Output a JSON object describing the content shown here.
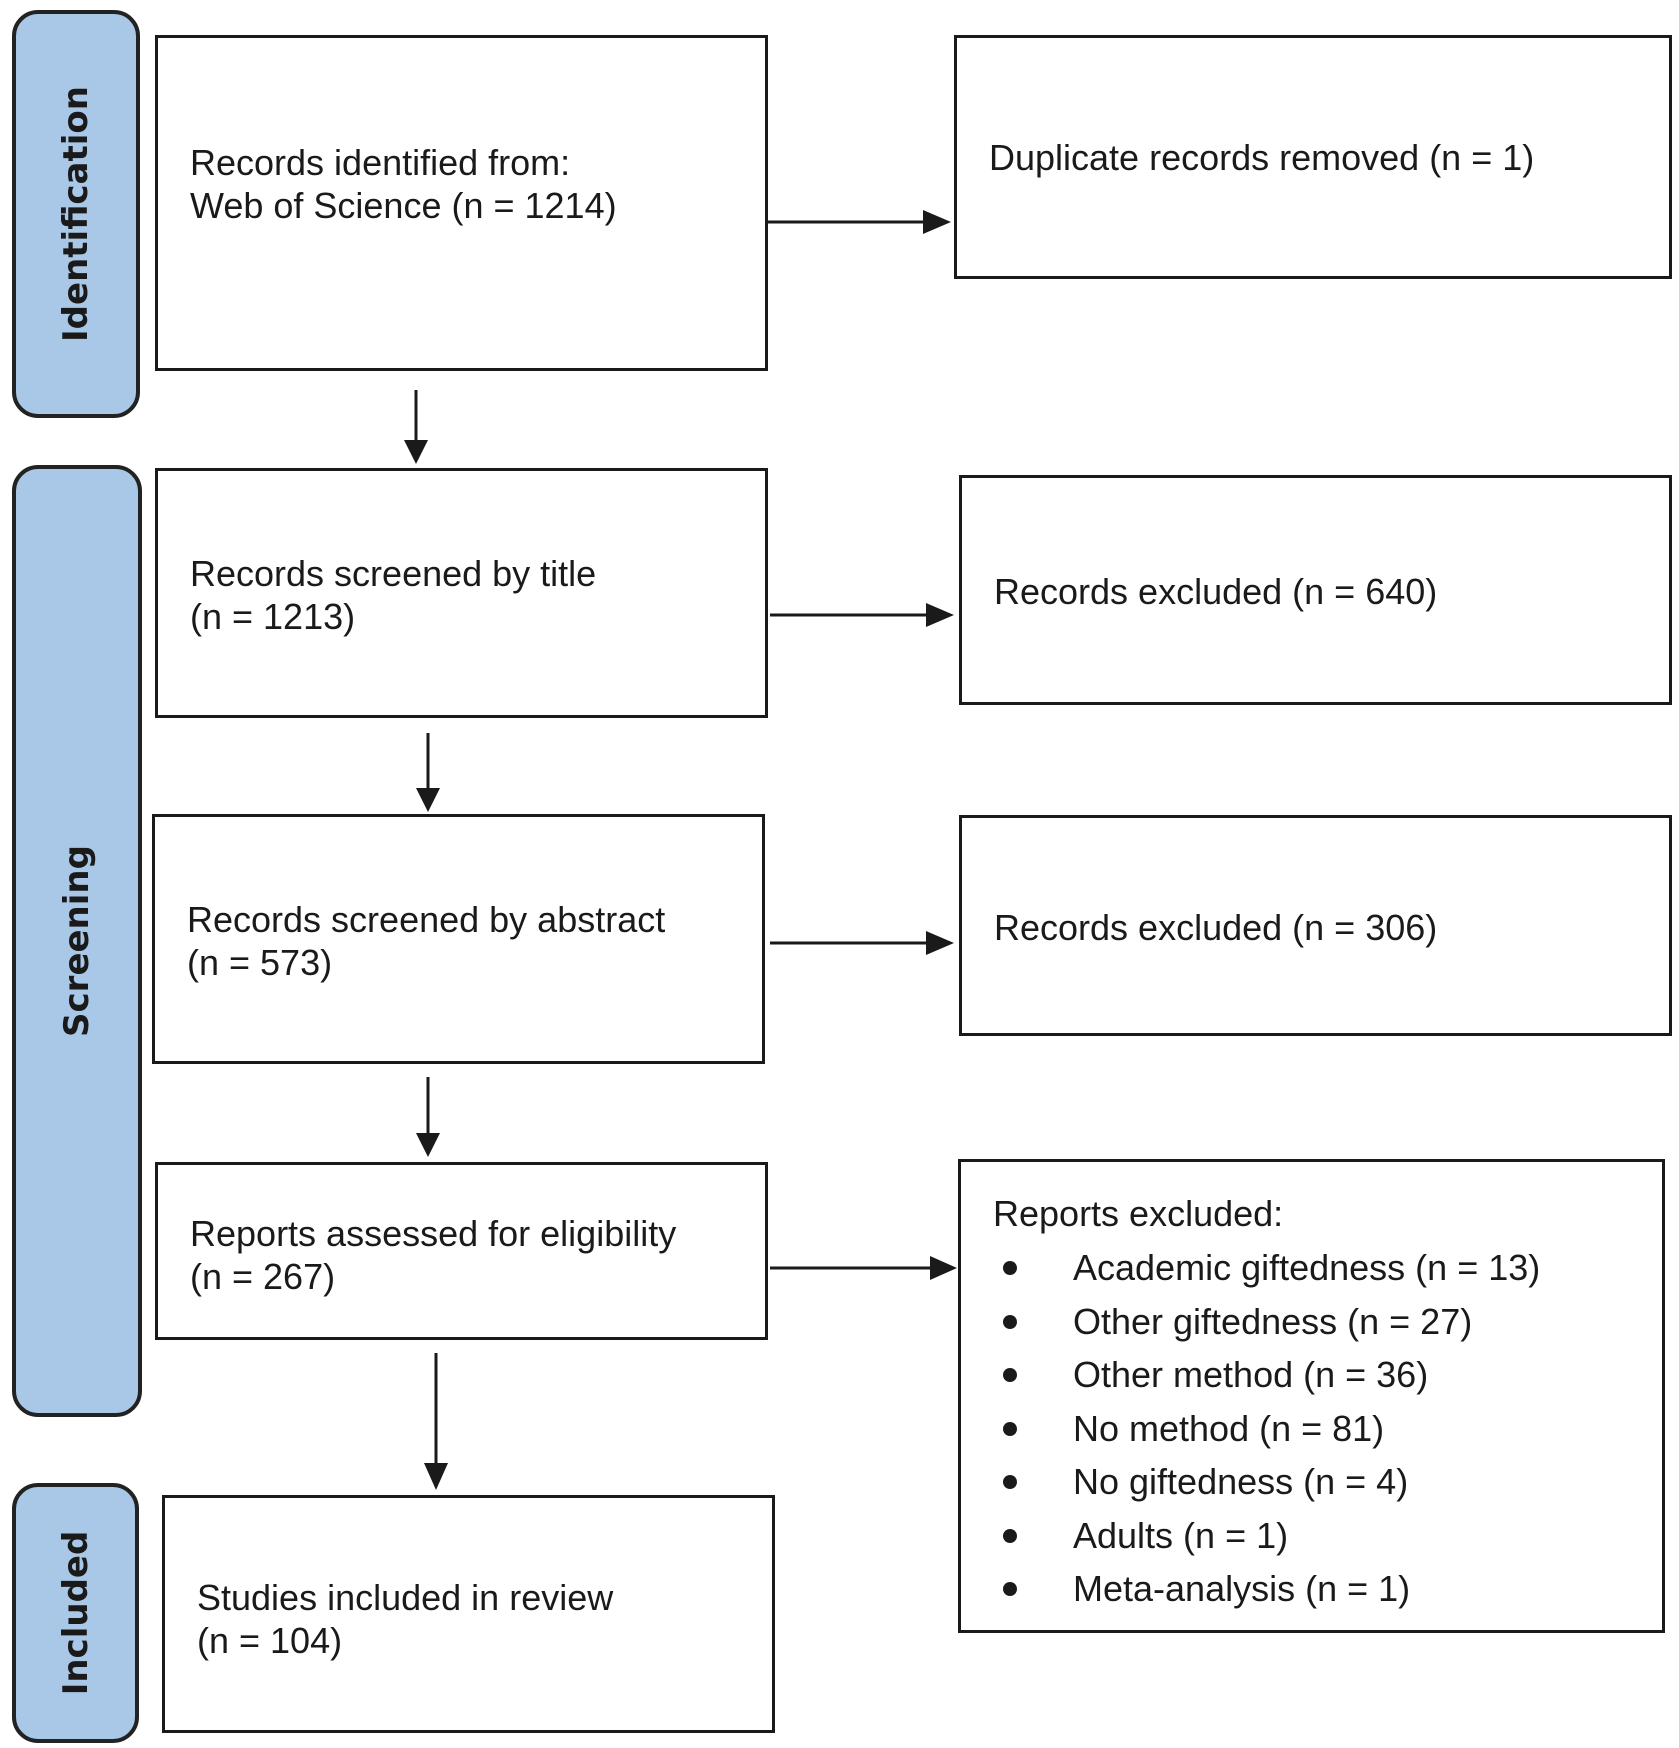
{
  "stages": {
    "identification": "Identification",
    "screening": "Screening",
    "included": "Included"
  },
  "boxes": {
    "identified": {
      "line1": "Records identified from:",
      "line2": "Web of Science (n = 1214)"
    },
    "duplicates": {
      "line1": "Duplicate records removed (n = 1)"
    },
    "screened_title": {
      "line1": "Records screened by title",
      "line2": "(n = 1213)"
    },
    "excluded_title": {
      "line1": "Records excluded (n = 640)"
    },
    "screened_abstract": {
      "line1": "Records screened by abstract",
      "line2": "(n = 573)"
    },
    "excluded_abstract": {
      "line1": "Records excluded (n = 306)"
    },
    "eligibility": {
      "line1": "Reports assessed for eligibility",
      "line2": "(n = 267)"
    },
    "reports_excluded": {
      "heading": "Reports excluded:",
      "items": [
        "Academic giftedness (n = 13)",
        "Other giftedness (n = 27)",
        "Other method (n = 36)",
        "No method (n = 81)",
        "No giftedness (n = 4)",
        "Adults (n = 1)",
        "Meta-analysis (n = 1)"
      ]
    },
    "included": {
      "line1": "Studies included in review",
      "line2": "(n = 104)"
    }
  },
  "colors": {
    "stage_fill": "#a9c8e8",
    "line": "#1a1a1a"
  }
}
